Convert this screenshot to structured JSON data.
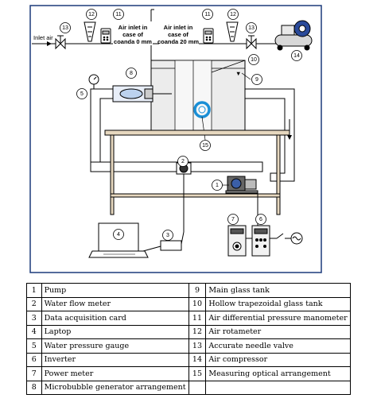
{
  "annotations": {
    "inlet_air": "Inlet air",
    "air_inlet_0mm": [
      "Air inlet in",
      "case of",
      "coanda 0 mm"
    ],
    "air_inlet_20mm": [
      "Air inlet in",
      "case of",
      "coanda 20 mm"
    ]
  },
  "callouts": [
    "1",
    "2",
    "3",
    "4",
    "5",
    "6",
    "7",
    "8",
    "9",
    "10",
    "11",
    "11",
    "12",
    "12",
    "13",
    "13",
    "14",
    "15"
  ],
  "legend": [
    {
      "left_no": "1",
      "left": "Pump",
      "right_no": "9",
      "right": "Main glass tank"
    },
    {
      "left_no": "2",
      "left": "Water flow meter",
      "right_no": "10",
      "right": "Hollow trapezoidal glass tank"
    },
    {
      "left_no": "3",
      "left": "Data acquisition card",
      "right_no": "11",
      "right": "Air differential pressure manometer"
    },
    {
      "left_no": "4",
      "left": "Laptop",
      "right_no": "12",
      "right": "Air rotameter"
    },
    {
      "left_no": "5",
      "left": "Water pressure gauge",
      "right_no": "13",
      "right": "Accurate needle valve"
    },
    {
      "left_no": "6",
      "left": "Inverter",
      "right_no": "14",
      "right": "Air compressor"
    },
    {
      "left_no": "7",
      "left": "Power meter",
      "right_no": "15",
      "right": "Measuring optical arrangement"
    },
    {
      "left_no": "8",
      "left": "Microbubble generator arrangement",
      "right_no": "",
      "right": ""
    }
  ]
}
